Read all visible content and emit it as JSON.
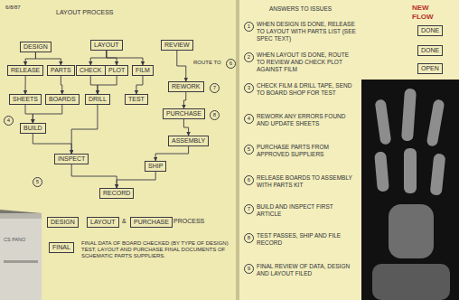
{
  "diagram": {
    "title": "LAYOUT PROCESS",
    "nodes": [
      {
        "text": [
          "DESIGN"
        ]
      },
      {
        "text": [
          "LAYOUT"
        ]
      },
      {
        "text": [
          "REVIEW"
        ]
      },
      {
        "text": [
          "RELEASE"
        ]
      },
      {
        "text": [
          "PARTS"
        ]
      },
      {
        "text": [
          "CHECK"
        ]
      },
      {
        "text": [
          "PLOT"
        ]
      },
      {
        "text": [
          "FILM"
        ]
      },
      {
        "text": [
          "SHEETS"
        ]
      },
      {
        "text": [
          "BOARDS"
        ]
      },
      {
        "text": [
          "DRILL"
        ]
      },
      {
        "text": [
          "TEST"
        ]
      },
      {
        "text": [
          "REWORK"
        ]
      },
      {
        "text": [
          "PURCHASE"
        ]
      },
      {
        "text": [
          "ASSEMBLY"
        ]
      },
      {
        "text": [
          "BUILD"
        ]
      },
      {
        "text": [
          "INSPECT"
        ]
      },
      {
        "text": [
          "SHIP"
        ]
      },
      {
        "text": [
          "RECORD"
        ]
      },
      {
        "text": [
          "DESIGN"
        ]
      },
      {
        "text": [
          "LAYOUT"
        ]
      },
      {
        "text": [
          "PURCHASE"
        ]
      },
      {
        "text": [
          "FINAL"
        ]
      },
      {
        "text": [
          "DONE"
        ]
      },
      {
        "text": [
          "DONE"
        ]
      },
      {
        "text": [
          "OPEN"
        ]
      }
    ],
    "edges": [
      {
        "from": 0,
        "to": 3,
        "arrow": "to"
      },
      {
        "from": 0,
        "to": 4,
        "arrow": "to"
      },
      {
        "from": 1,
        "to": 5,
        "arrow": "to"
      },
      {
        "from": 1,
        "to": 6,
        "arrow": "to"
      },
      {
        "from": 1,
        "to": 7,
        "arrow": "to"
      },
      {
        "from": 2,
        "to": 12,
        "arrow": "to"
      },
      {
        "from": 3,
        "to": 8,
        "arrow": "to"
      },
      {
        "from": 4,
        "to": 9,
        "arrow": "to"
      },
      {
        "from": 5,
        "to": 10,
        "arrow": "to"
      },
      {
        "from": 6,
        "to": 10,
        "arrow": "to"
      },
      {
        "from": 7,
        "to": 11,
        "arrow": "to"
      },
      {
        "from": 12,
        "to": 13,
        "arrow": "to"
      },
      {
        "from": 13,
        "to": 14,
        "arrow": "to"
      },
      {
        "from": 8,
        "to": 15,
        "arrow": "to"
      },
      {
        "from": 9,
        "to": 15,
        "arrow": "to"
      },
      {
        "from": 15,
        "to": 16,
        "arrow": "to"
      },
      {
        "from": 10,
        "to": 16,
        "arrow": "to"
      },
      {
        "from": 14,
        "to": 17,
        "arrow": "to"
      },
      {
        "from": 16,
        "to": 18,
        "arrow": "to"
      },
      {
        "from": 17,
        "to": 18,
        "arrow": "to"
      }
    ],
    "labels": [
      "6/8/87",
      "ROUTE TO",
      "6",
      "7",
      "8",
      "4",
      "5",
      "&",
      "PROCESS",
      "FINAL DATA OF BOARD CHECKED (BY TYPE OF DESIGN) TEST, LAYOUT AND PURCHASE FINAL DOCUMENTS OF SCHEMATIC PARTS SUPPLIERS.",
      "ANSWERS TO ISSUES",
      "NEW FLOW",
      "1",
      "2",
      "3",
      "4",
      "5",
      "6",
      "7",
      "8",
      "9",
      "WHEN DESIGN IS DONE, RELEASE TO LAYOUT WITH PARTS LIST (SEE SPEC TEXT)",
      "WHEN LAYOUT IS DONE, ROUTE TO REVIEW AND CHECK PLOT AGAINST FILM",
      "CHECK FILM & DRILL TAPE, SEND TO BOARD SHOP FOR TEST",
      "REWORK ANY ERRORS FOUND AND UPDATE SHEETS",
      "PURCHASE PARTS FROM APPROVED SUPPLIERS",
      "RELEASE BOARDS TO ASSEMBLY WITH PARTS KIT",
      "BUILD AND INSPECT FIRST ARTICLE",
      "TEST PASSES, SHIP AND FILE RECORD",
      "FINAL REVIEW OF DATA, DESIGN AND LAYOUT FILED",
      "CS PANO"
    ]
  }
}
